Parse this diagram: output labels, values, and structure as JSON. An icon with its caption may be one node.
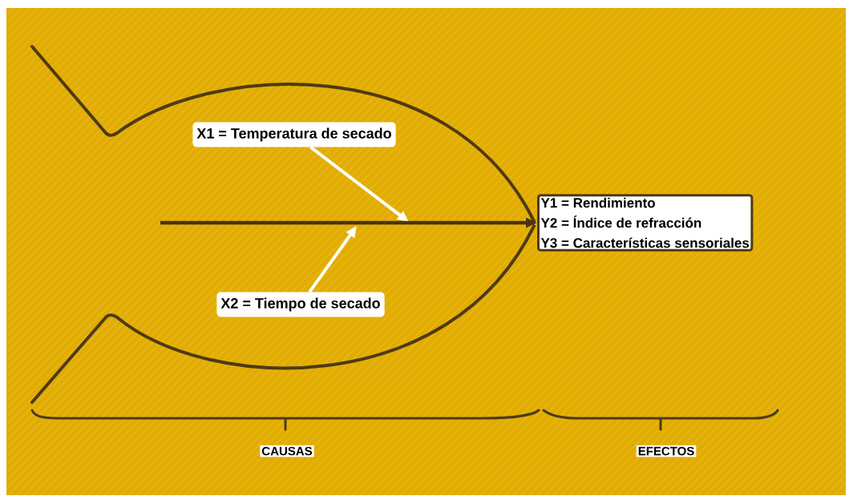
{
  "diagram": {
    "nodes": [
      {
        "text": [
          "X1 = Temperatura de secado"
        ]
      },
      {
        "text": [
          "X2 = Tiempo de secado"
        ]
      },
      {
        "text": [
          "Y1 = Rendimiento",
          "Y2 = Índice de refracción",
          "Y3 = Características sensoriales"
        ]
      }
    ],
    "edges": [
      {
        "from": 0,
        "to": null,
        "arrow": "to",
        "color": "#ffffff"
      },
      {
        "from": 1,
        "to": null,
        "arrow": "to",
        "color": "#ffffff"
      },
      {
        "from": null,
        "to": 2,
        "arrow": "to",
        "color": "#4a3315"
      }
    ],
    "labels": [
      "CAUSAS",
      "EFECTOS"
    ]
  }
}
